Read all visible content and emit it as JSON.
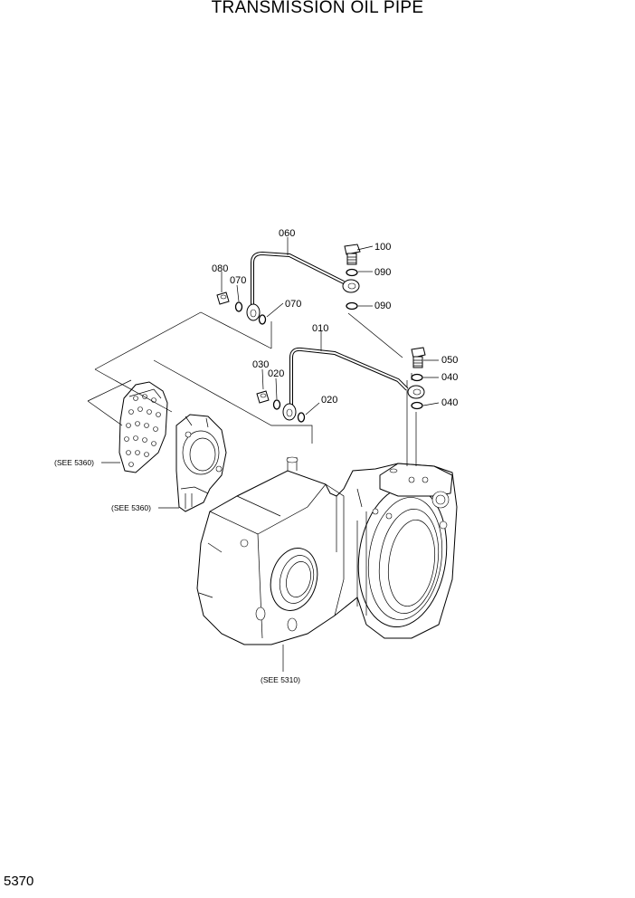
{
  "title": "TRANSMISSION OIL PIPE",
  "page_number": "5370",
  "callouts": {
    "c010": "010",
    "c020a": "020",
    "c020b": "020",
    "c030": "030",
    "c040a": "040",
    "c040b": "040",
    "c050": "050",
    "c060": "060",
    "c070a": "070",
    "c070b": "070",
    "c080": "080",
    "c090a": "090",
    "c090b": "090",
    "c100": "100"
  },
  "references": {
    "see_5360_a": "(SEE 5360)",
    "see_5360_b": "(SEE 5360)",
    "see_5310": "(SEE 5310)"
  }
}
